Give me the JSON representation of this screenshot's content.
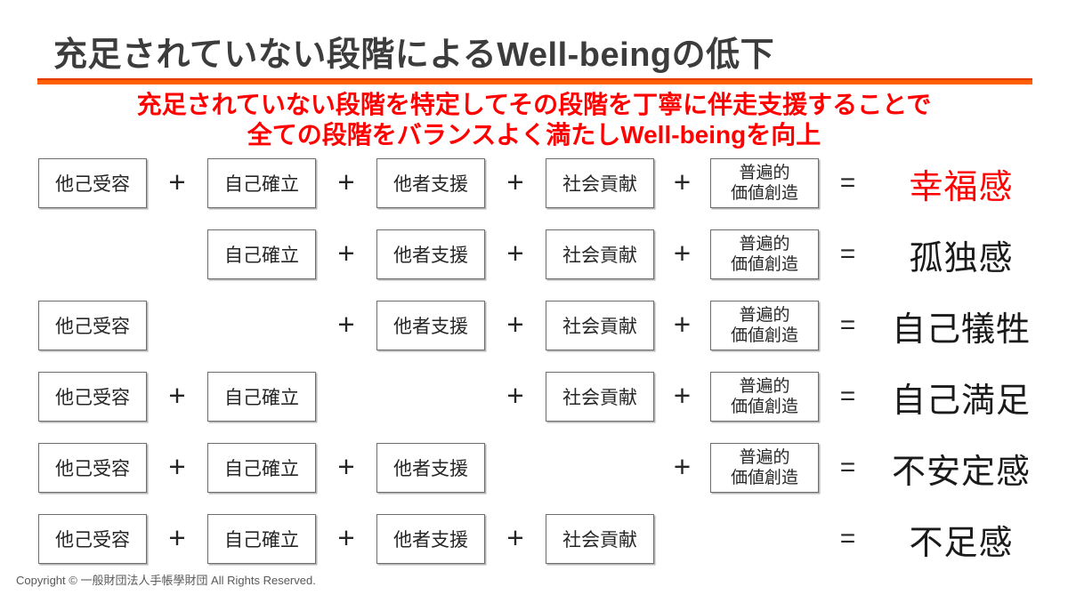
{
  "header": {
    "title": "充足されていない段階によるWell-beingの低下",
    "title_color": "#3C3C3C",
    "accent_color": "#FF5F00",
    "subtitle": {
      "line1": "充足されていない段階を特定してその段階を丁寧に伴走支援することで",
      "line2": "全ての段階をバランスよく満たしWell-beingを向上",
      "color": "#FF0000"
    }
  },
  "diagram": {
    "stages": [
      "他己受容",
      "自己確立",
      "他者支援",
      "社会貢献",
      "普遍的\n価値創造"
    ],
    "operators": {
      "plus": "+",
      "equals": "="
    },
    "rows": [
      {
        "present": [
          true,
          true,
          true,
          true,
          true
        ],
        "pluses": [
          true,
          true,
          true,
          true
        ],
        "result": "幸福感",
        "result_color": "#FF0000"
      },
      {
        "present": [
          false,
          true,
          true,
          true,
          true
        ],
        "pluses": [
          false,
          true,
          true,
          true
        ],
        "result": "孤独感",
        "result_color": "#1A1A1A"
      },
      {
        "present": [
          true,
          false,
          true,
          true,
          true
        ],
        "pluses": [
          false,
          true,
          true,
          true
        ],
        "result": "自己犠牲",
        "result_color": "#1A1A1A"
      },
      {
        "present": [
          true,
          true,
          false,
          true,
          true
        ],
        "pluses": [
          true,
          false,
          true,
          true
        ],
        "result": "自己満足",
        "result_color": "#1A1A1A"
      },
      {
        "present": [
          true,
          true,
          true,
          false,
          true
        ],
        "pluses": [
          true,
          true,
          false,
          true
        ],
        "result": "不安定感",
        "result_color": "#1A1A1A"
      },
      {
        "present": [
          true,
          true,
          true,
          true,
          false
        ],
        "pluses": [
          true,
          true,
          true,
          false
        ],
        "result": "不足感",
        "result_color": "#1A1A1A"
      }
    ]
  },
  "footer": {
    "copyright": "Copyright © 一般財団法人手帳學財団 All Rights Reserved."
  }
}
